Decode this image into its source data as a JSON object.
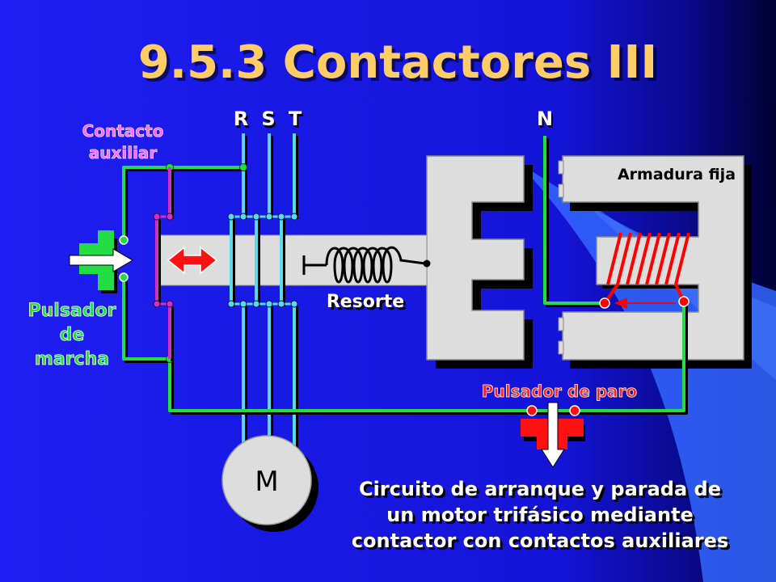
{
  "title": "9.5.3 Contactores III",
  "phases": {
    "r": "R",
    "s": "S",
    "t": "T",
    "n": "N"
  },
  "labels": {
    "contacto_auxiliar_line1": "Contacto",
    "contacto_auxiliar_line2": "auxiliar",
    "pulsador_marcha_line1": "Pulsador",
    "pulsador_marcha_line2": "de",
    "pulsador_marcha_line3": "marcha",
    "resorte": "Resorte",
    "armadura_fija": "Armadura fija",
    "pulsador_paro": "Pulsador de paro",
    "motor": "M"
  },
  "caption": {
    "line1": "Circuito de arranque y parada de",
    "line2": "un motor trifásico mediante",
    "line3": "contactor con contactos auxiliares"
  },
  "colors": {
    "background": "#1A1AEE",
    "title": "#FFCC66",
    "control_wire": "#22DD44",
    "power_line": "#55DDEE",
    "auxiliary_contact": "#CC33CC",
    "coil": "#FF0000",
    "core": "#DDDDDD",
    "auxiliary_label": "#FF66FF",
    "stop_label": "#FF2222"
  },
  "icons": {
    "start_button": "push-button-green",
    "stop_button": "push-button-red",
    "arrow": "double-arrow-red"
  }
}
